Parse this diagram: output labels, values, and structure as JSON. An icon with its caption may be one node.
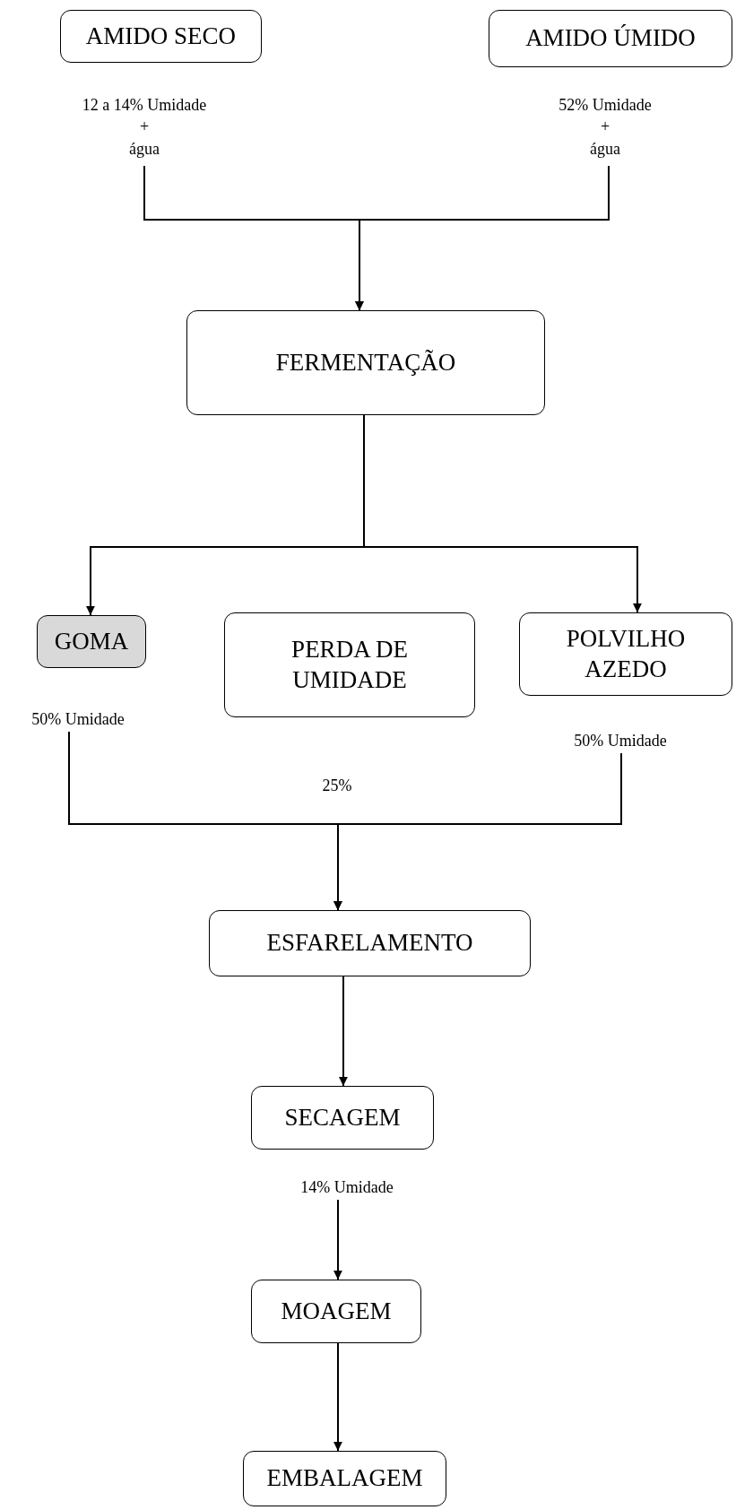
{
  "diagram": {
    "nodes": [
      {
        "text": [
          "AMIDO SECO"
        ],
        "beside": [
          "12 a 14% Umidade",
          "+",
          "água"
        ]
      },
      {
        "text": [
          "AMIDO ÚMIDO"
        ],
        "beside": [
          "52% Umidade",
          "+",
          "água"
        ]
      },
      {
        "text": [
          "FERMENTAÇÃO"
        ]
      },
      {
        "text": [
          "GOMA"
        ],
        "beside": [
          "50% Umidade"
        ]
      },
      {
        "text": [
          "PERDA DE UMIDADE"
        ],
        "beside": [
          "25%"
        ]
      },
      {
        "text": [
          "POLVILHO AZEDO"
        ],
        "beside": [
          "50% Umidade"
        ]
      },
      {
        "text": [
          "ESFARELAMENTO"
        ]
      },
      {
        "text": [
          "SECAGEM"
        ],
        "beside": [
          "14% Umidade"
        ]
      },
      {
        "text": [
          "MOAGEM"
        ]
      },
      {
        "text": [
          "EMBALAGEM"
        ]
      }
    ],
    "edges": [
      {
        "from": 0,
        "to": 2,
        "arrow": "to"
      },
      {
        "from": 1,
        "to": 2,
        "arrow": "to"
      },
      {
        "from": 2,
        "to": 3,
        "arrow": "to"
      },
      {
        "from": 2,
        "to": 5,
        "arrow": "to"
      },
      {
        "from": 3,
        "to": 6,
        "arrow": "to"
      },
      {
        "from": 5,
        "to": 6,
        "arrow": "to"
      },
      {
        "from": 6,
        "to": 7,
        "arrow": "to"
      },
      {
        "from": 7,
        "to": 8,
        "arrow": "to"
      },
      {
        "from": 8,
        "to": 9,
        "arrow": "to"
      }
    ]
  }
}
